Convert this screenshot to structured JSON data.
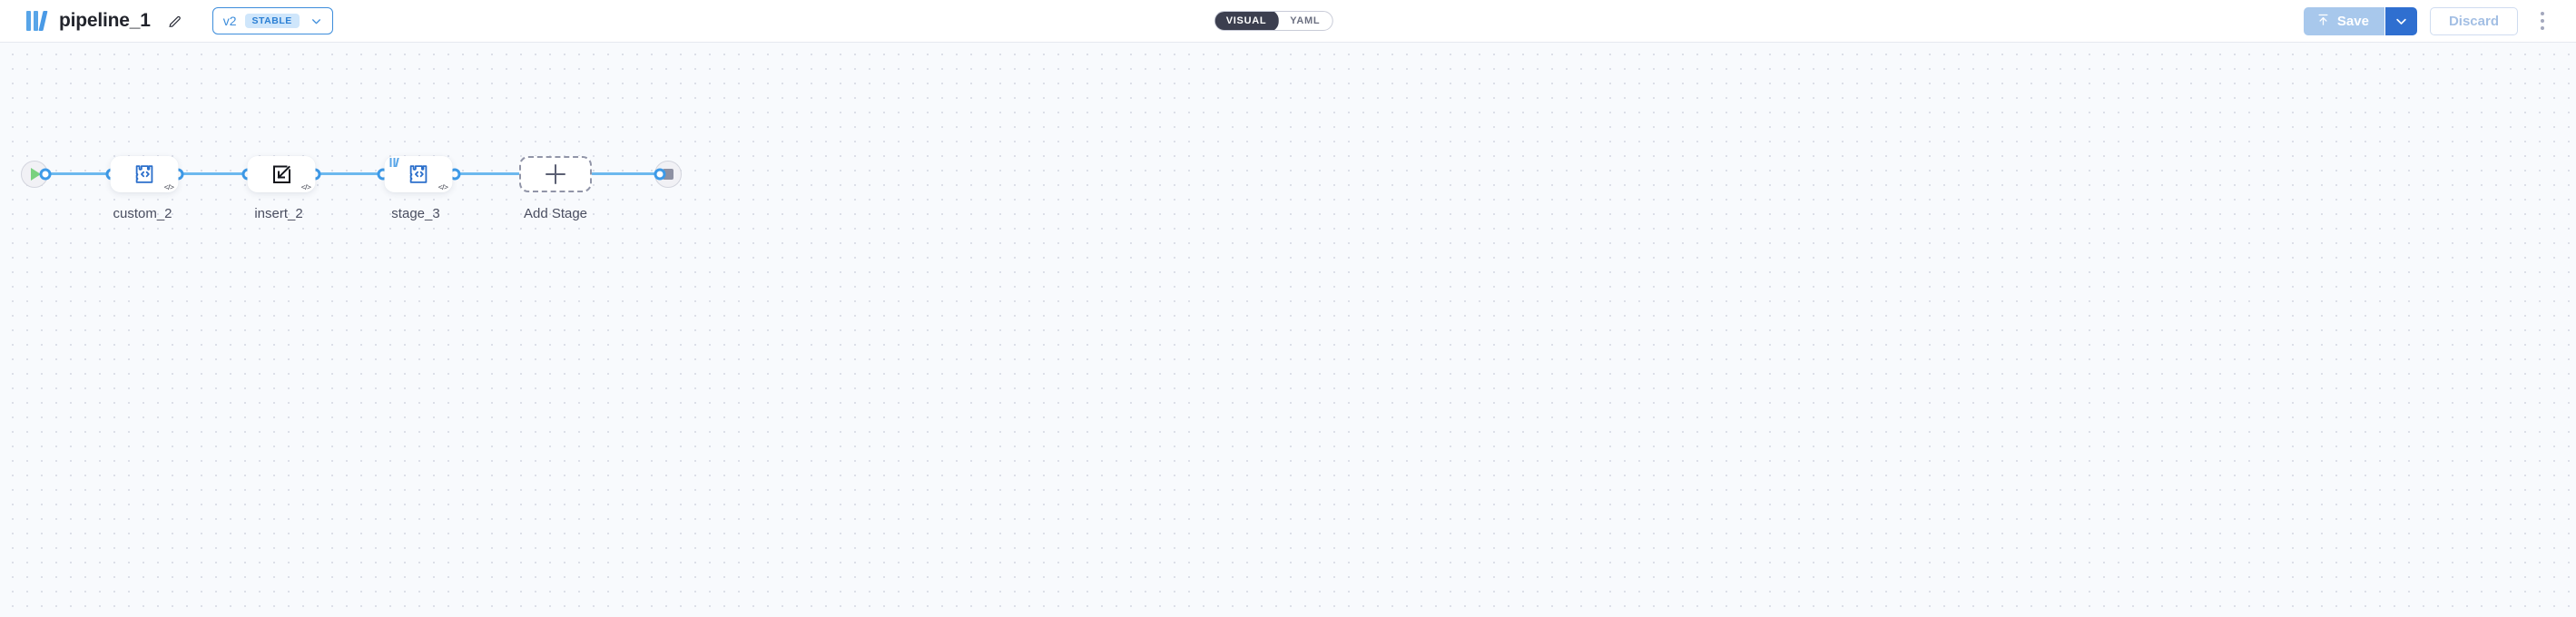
{
  "header": {
    "logo_icon": "library-bars-logo-icon",
    "title": "pipeline_1",
    "edit_icon": "pencil-icon",
    "version": {
      "label": "v2",
      "badge": "STABLE",
      "chevron_icon": "chevron-down-icon"
    },
    "view_toggle": {
      "options": [
        {
          "label": "VISUAL",
          "active": true
        },
        {
          "label": "YAML",
          "active": false
        }
      ]
    },
    "actions": {
      "save_label": "Save",
      "save_icon": "upload-arrow-icon",
      "save_caret_icon": "chevron-down-icon",
      "discard_label": "Discard",
      "kebab_icon": "more-vertical-icon"
    }
  },
  "canvas": {
    "start_node": {
      "name": "start",
      "icon": "play-icon"
    },
    "end_node": {
      "name": "end",
      "icon": "stop-icon"
    },
    "stages": [
      {
        "label": "custom_2",
        "icon": "puzzle-code-icon",
        "badge": "</>",
        "has_logo": false
      },
      {
        "label": "insert_2",
        "icon": "insert-arrow-icon",
        "badge": "</>",
        "has_logo": false
      },
      {
        "label": "stage_3",
        "icon": "puzzle-code-icon",
        "badge": "</>",
        "has_logo": true
      }
    ],
    "add_stage": {
      "label": "Add Stage",
      "icon": "plus-icon"
    }
  },
  "colors": {
    "accent_blue": "#3d9ae8",
    "edge_blue": "#6cb8ee",
    "save_blue": "#2f6fd0",
    "toggle_dark": "#3c3f4f",
    "canvas_bg": "#f8fafd"
  }
}
